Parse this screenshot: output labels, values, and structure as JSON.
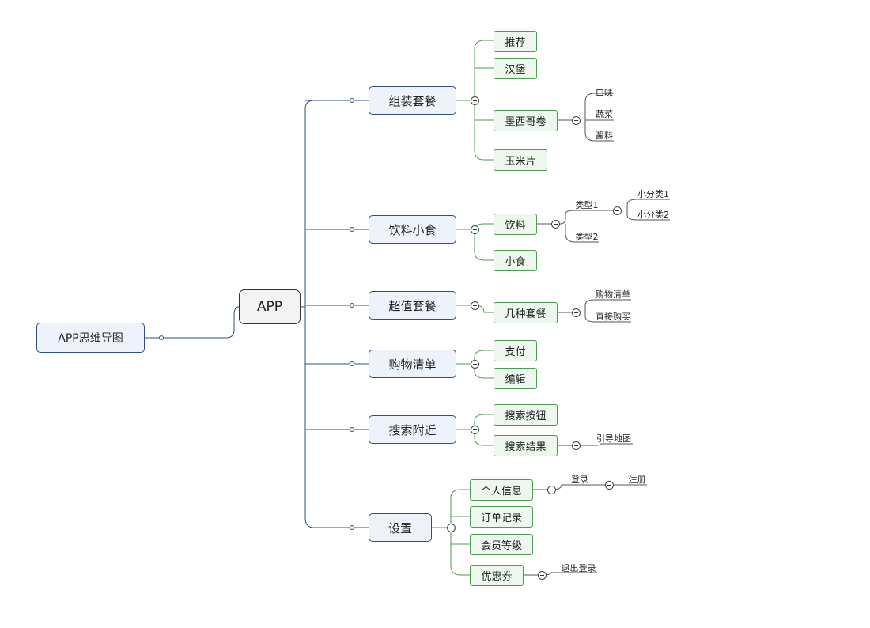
{
  "root": "APP思维导图",
  "center": "APP",
  "branches": {
    "combo": {
      "label": "组装套餐",
      "items": [
        "推荐",
        "汉堡",
        "墨西哥卷",
        "玉米片"
      ],
      "burrito_options": [
        "口味",
        "蔬菜",
        "酱料"
      ]
    },
    "snacks": {
      "label": "饮料小食",
      "items": [
        "饮料",
        "小食"
      ],
      "drink_types": [
        "类型1",
        "类型2"
      ],
      "type1_subs": [
        "小分类1",
        "小分类2"
      ]
    },
    "value": {
      "label": "超值套餐",
      "items": [
        "几种套餐"
      ],
      "combo_options": [
        "购物清单",
        "直接购买"
      ]
    },
    "cart": {
      "label": "购物清单",
      "items": [
        "支付",
        "编辑"
      ]
    },
    "search": {
      "label": "搜索附近",
      "items": [
        "搜索按钮",
        "搜索结果"
      ],
      "result_options": [
        "引导地图"
      ]
    },
    "settings": {
      "label": "设置",
      "items": [
        "个人信息",
        "订单记录",
        "会员等级",
        "优惠券"
      ],
      "profile_options": [
        "登录"
      ],
      "login_options": [
        "注册"
      ],
      "coupon_options": [
        "退出登录"
      ]
    }
  },
  "colors": {
    "main_line": "#2f4f7f",
    "sub_line": "#4f9a55",
    "leaf_line": "#555555"
  }
}
